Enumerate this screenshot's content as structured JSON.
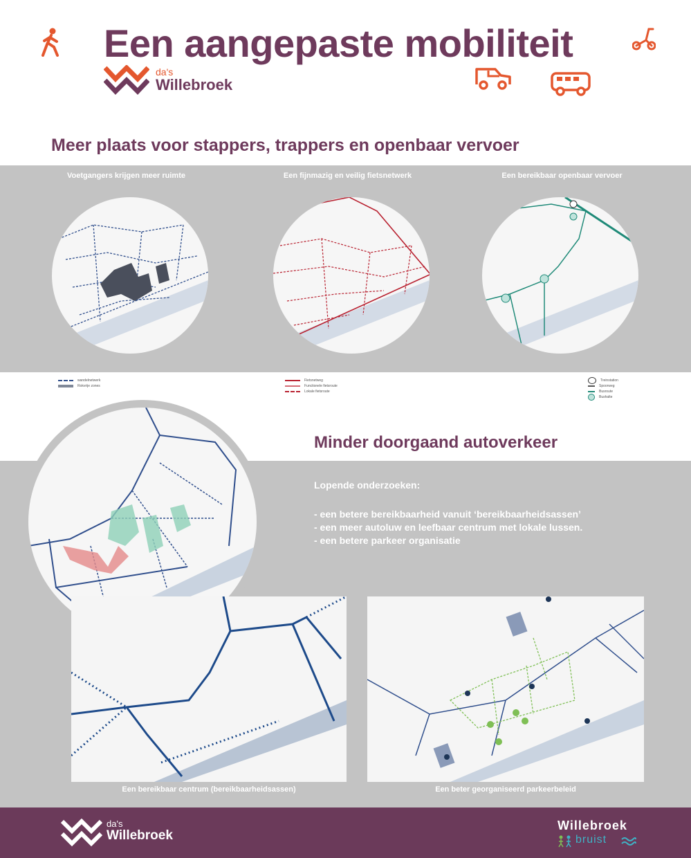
{
  "header": {
    "title": "Een aangepaste mobiliteit",
    "logo_small": "da's",
    "logo_big": "Willebroek",
    "icons": [
      "walking-person-icon",
      "scooter-icon",
      "car-icon",
      "bus-icon"
    ],
    "accent_color": "#e4572e",
    "brand_color": "#6e3a5c"
  },
  "section1": {
    "heading": "Meer plaats voor stappers, trappers en openbaar vervoer",
    "panels": [
      {
        "title": "Voetgangers krijgen meer ruimte",
        "color": "#2f4e8c"
      },
      {
        "title": "Een fijnmazig en veilig fietsnetwerk",
        "color": "#b8202f"
      },
      {
        "title": "Een bereikbaar openbaar vervoer",
        "color": "#1f8a78"
      }
    ],
    "legends": [
      {
        "items": [
          "wandelnetwerk",
          "Rokvrije zones"
        ]
      },
      {
        "items": [
          "Fietsnetweg",
          "Functionele fietsroute",
          "Lokale fietsroute"
        ]
      },
      {
        "items": [
          "Treinstation",
          "Spoorweg",
          "Busroute",
          "Bushalte"
        ]
      }
    ]
  },
  "section2": {
    "heading": "Minder doorgaand autoverkeer",
    "list_title": "Lopende onderzoeken:",
    "items": [
      "- een betere bereikbaarheid vanuit ‘bereikbaarheidsassen’",
      "- een meer autoluw en leefbaar centrum met lokale lussen.",
      "- een betere parkeer organisatie"
    ],
    "map_captions": [
      "Een bereikbaar centrum (bereikbaarheidsassen)",
      "Een beter georganiseerd parkeerbeleid"
    ]
  },
  "footer": {
    "logo_small": "da's",
    "logo_big": "Willebroek",
    "brand_top": "Willebroek",
    "brand_bottom": "bruist"
  }
}
